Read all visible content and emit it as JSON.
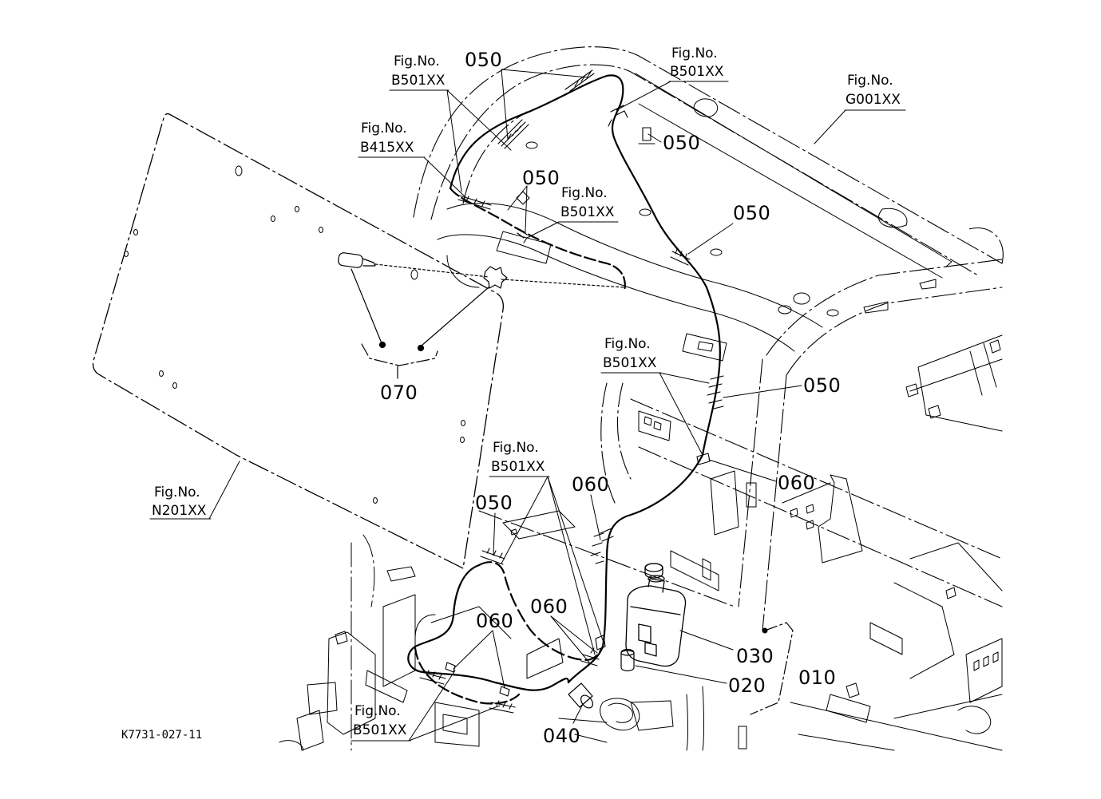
{
  "diagram_code": "K7731-027-11",
  "parts": [
    {
      "id": "p-050-a",
      "text": "050"
    },
    {
      "id": "p-050-b",
      "text": "050"
    },
    {
      "id": "p-050-c",
      "text": "050"
    },
    {
      "id": "p-050-d",
      "text": "050"
    },
    {
      "id": "p-050-e",
      "text": "050"
    },
    {
      "id": "p-050-f",
      "text": "050"
    },
    {
      "id": "p-060-a",
      "text": "060"
    },
    {
      "id": "p-060-b",
      "text": "060"
    },
    {
      "id": "p-060-c",
      "text": "060"
    },
    {
      "id": "p-060-d",
      "text": "060"
    },
    {
      "id": "p-070",
      "text": "070"
    },
    {
      "id": "p-030",
      "text": "030"
    },
    {
      "id": "p-020",
      "text": "020"
    },
    {
      "id": "p-010",
      "text": "010"
    },
    {
      "id": "p-040",
      "text": "040"
    }
  ],
  "fig_refs": [
    {
      "id": "f1",
      "prefix": "Fig.No.",
      "code": "B501XX"
    },
    {
      "id": "f2",
      "prefix": "Fig.No.",
      "code": "B501XX"
    },
    {
      "id": "f3",
      "prefix": "Fig.No.",
      "code": "G001XX"
    },
    {
      "id": "f4",
      "prefix": "Fig.No.",
      "code": "B415XX"
    },
    {
      "id": "f5",
      "prefix": "Fig.No.",
      "code": "B501XX"
    },
    {
      "id": "f6",
      "prefix": "Fig.No.",
      "code": "B501XX"
    },
    {
      "id": "f7",
      "prefix": "Fig.No.",
      "code": "B501XX"
    },
    {
      "id": "f8",
      "prefix": "Fig.No.",
      "code": "N201XX"
    },
    {
      "id": "f9",
      "prefix": "Fig.No.",
      "code": "B501XX"
    }
  ]
}
